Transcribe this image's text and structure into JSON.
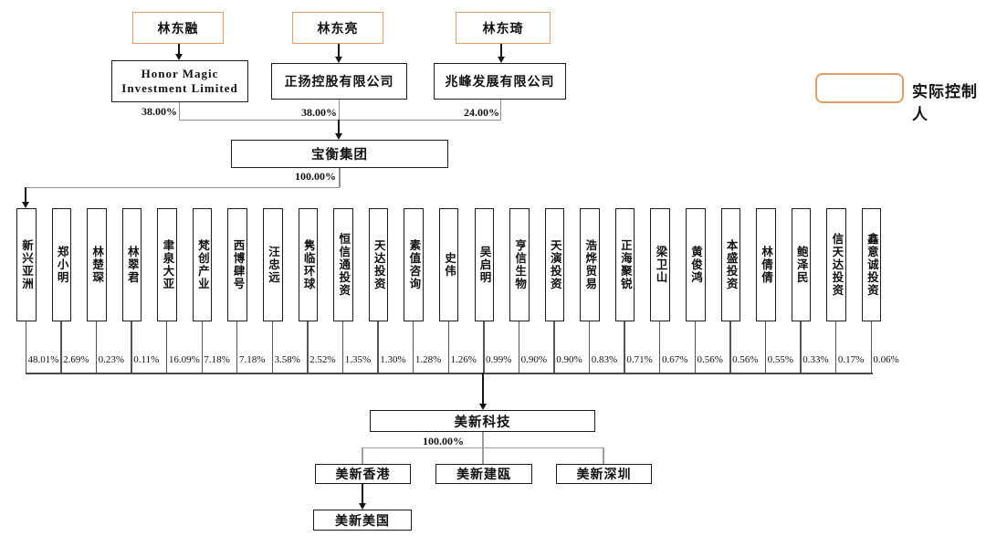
{
  "diagram": {
    "controllers": [
      {
        "name": "林东融",
        "company": "Honor Magic Investment Limited",
        "stake": "38.00%"
      },
      {
        "name": "林东亮",
        "company": "正扬控股有限公司",
        "stake": "38.00%"
      },
      {
        "name": "林东琦",
        "company": "兆峰发展有限公司",
        "stake": "24.00%"
      }
    ],
    "group": {
      "name": "宝衡集团",
      "stake": "100.00%"
    },
    "shareholders": [
      {
        "name": "新兴亚洲",
        "stake": "48.01%"
      },
      {
        "name": "郑小明",
        "stake": "2.69%"
      },
      {
        "name": "林楚琛",
        "stake": "0.23%"
      },
      {
        "name": "林翠君",
        "stake": "0.11%"
      },
      {
        "name": "聿泉大亚",
        "stake": "16.09%"
      },
      {
        "name": "梵创产业",
        "stake": "7.18%"
      },
      {
        "name": "西博肆号",
        "stake": "7.18%"
      },
      {
        "name": "汪忠远",
        "stake": "3.58%"
      },
      {
        "name": "隽临环球",
        "stake": "2.52%"
      },
      {
        "name": "恒信通投资",
        "stake": "1.35%"
      },
      {
        "name": "天达投资",
        "stake": "1.30%"
      },
      {
        "name": "素值咨询",
        "stake": "1.28%"
      },
      {
        "name": "史伟",
        "stake": "1.26%"
      },
      {
        "name": "吴启明",
        "stake": "0.99%"
      },
      {
        "name": "亨信生物",
        "stake": "0.90%"
      },
      {
        "name": "天演投资",
        "stake": "0.90%"
      },
      {
        "name": "浩烨贸易",
        "stake": "0.83%"
      },
      {
        "name": "正海聚锐",
        "stake": "0.71%"
      },
      {
        "name": "梁卫山",
        "stake": "0.67%"
      },
      {
        "name": "黄俊鸿",
        "stake": "0.56%"
      },
      {
        "name": "本盛投资",
        "stake": "0.56%"
      },
      {
        "name": "林倩倩",
        "stake": "0.55%"
      },
      {
        "name": "鲍泽民",
        "stake": "0.33%"
      },
      {
        "name": "信天达投资",
        "stake": "0.17%"
      },
      {
        "name": "鑫意诚投资",
        "stake": "0.06%"
      }
    ],
    "issuer": {
      "name": "美新科技",
      "stake": "100.00%"
    },
    "subsidiaries": [
      {
        "name": "美新香港"
      },
      {
        "name": "美新建瓯"
      },
      {
        "name": "美新深圳"
      }
    ],
    "sub_subsidiary": {
      "name": "美新美国"
    },
    "legend": {
      "label": "实际控制人",
      "accent_color": "#e59d66"
    }
  }
}
